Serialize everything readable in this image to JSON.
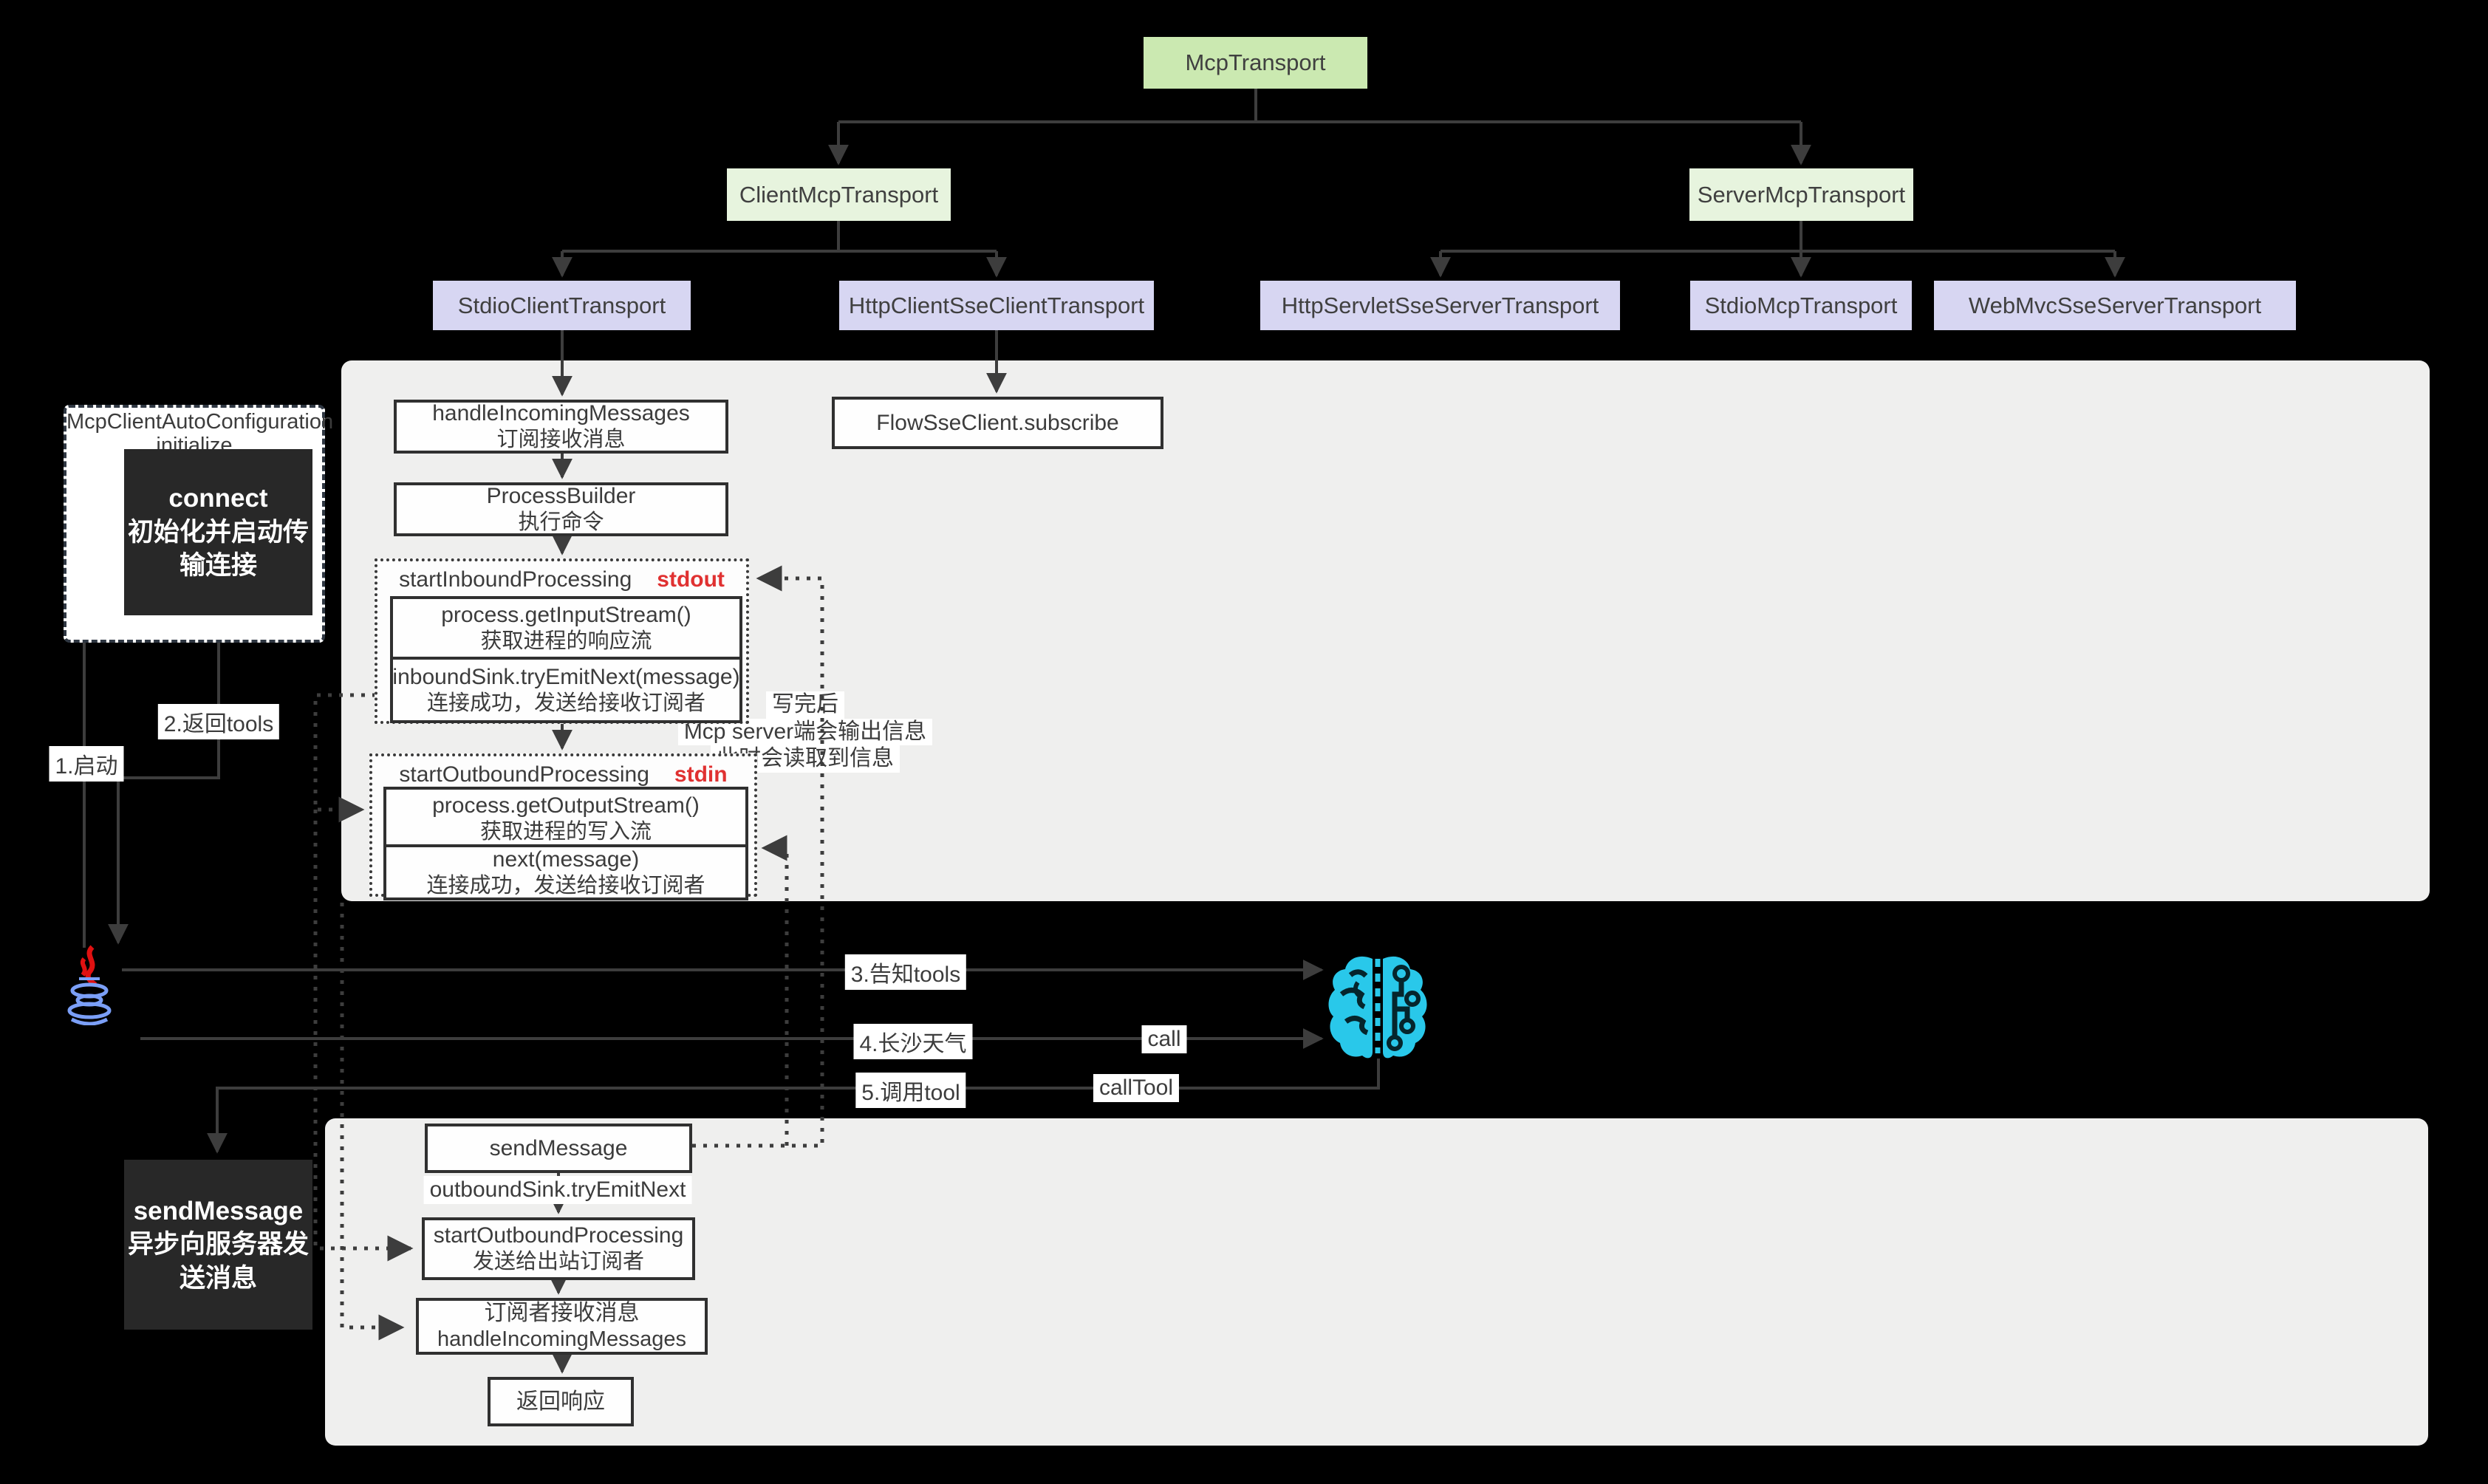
{
  "tree": {
    "root": "McpTransport",
    "client": "ClientMcpTransport",
    "server": "ServerMcpTransport",
    "stdio_client": "StdioClientTransport",
    "http_sse_client": "HttpClientSseClientTransport",
    "http_servlet_sse_server": "HttpServletSseServerTransport",
    "stdio_mcp": "StdioMcpTransport",
    "webmvc_sse_server": "WebMvcSseServerTransport"
  },
  "client_flow": {
    "handle_incoming": {
      "line1": "handleIncomingMessages",
      "line2": "订阅接收消息"
    },
    "process_builder": {
      "line1": "ProcessBuilder",
      "line2": "执行命令"
    },
    "inbound": {
      "title": "startInboundProcessing",
      "tag": "stdout",
      "step1": {
        "line1": "process.getInputStream()",
        "line2": "获取进程的响应流"
      },
      "step2": {
        "line1": "inboundSink.tryEmitNext(message)",
        "line2": "连接成功，发送给接收订阅者"
      }
    },
    "outbound": {
      "title": "startOutboundProcessing",
      "tag": "stdin",
      "step1": {
        "line1": "process.getOutputStream()",
        "line2": "获取进程的写入流"
      },
      "step2": {
        "line1": "next(message)",
        "line2": "连接成功，发送给接收订阅者"
      }
    },
    "flow_sse": "FlowSseClient.subscribe",
    "note": {
      "line1": "写完后",
      "line2": "Mcp server端会输出信息",
      "line3": "此时会读取到信息"
    }
  },
  "autoconfig": {
    "title1": "McpClientAutoConfiguration",
    "title2": "initialize",
    "connect": {
      "line1": "connect",
      "line2": "初始化并启动传",
      "line3": "输连接"
    }
  },
  "labels": {
    "start": "1.启动",
    "return_tools": "2.返回tools",
    "tell_tools": "3.告知tools",
    "weather": "4.长沙天气",
    "call": "call",
    "invoke_tool": "5.调用tool",
    "call_tool": "callTool"
  },
  "send_flow": {
    "dark": {
      "line1": "sendMessage",
      "line2": "异步向服务器发",
      "line3": "送消息"
    },
    "send_message": "sendMessage",
    "outbound_sink": "outboundSink.tryEmitNext",
    "start_outbound": {
      "line1": "startOutboundProcessing",
      "line2": "发送给出站订阅者"
    },
    "subscriber": {
      "line1": "订阅者接收消息",
      "line2": "handleIncomingMessages"
    },
    "response": "返回响应"
  },
  "colors": {
    "root_green": "#cbe9b1",
    "light_green": "#e7f4de",
    "purple": "#d7d6f2",
    "panel": "#efefee",
    "dark_box": "#282828",
    "line": "#3d3d3d",
    "red_tag": "#e03131",
    "brain": "#29c8ea",
    "java_red": "#e01111",
    "java_blue": "#7b9ff7"
  }
}
